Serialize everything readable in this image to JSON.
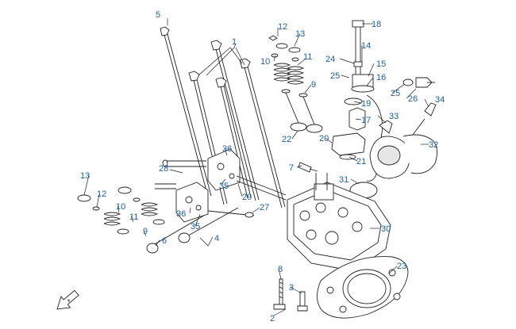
{
  "diagram": {
    "accent_color": "#1a5fa8",
    "callouts": [
      {
        "id": "c1",
        "label": "1"
      },
      {
        "id": "c2",
        "label": "2"
      },
      {
        "id": "c3",
        "label": "3"
      },
      {
        "id": "c4",
        "label": "4"
      },
      {
        "id": "c5",
        "label": "5"
      },
      {
        "id": "c6",
        "label": "6"
      },
      {
        "id": "c7",
        "label": "7"
      },
      {
        "id": "c8",
        "label": "8"
      },
      {
        "id": "c9a",
        "label": "9"
      },
      {
        "id": "c9b",
        "label": "9"
      },
      {
        "id": "c10a",
        "label": "10"
      },
      {
        "id": "c10b",
        "label": "10"
      },
      {
        "id": "c11a",
        "label": "11"
      },
      {
        "id": "c11b",
        "label": "11"
      },
      {
        "id": "c12a",
        "label": "12"
      },
      {
        "id": "c12b",
        "label": "12"
      },
      {
        "id": "c13a",
        "label": "13"
      },
      {
        "id": "c13b",
        "label": "13"
      },
      {
        "id": "c14",
        "label": "14"
      },
      {
        "id": "c15",
        "label": "15"
      },
      {
        "id": "c16",
        "label": "16"
      },
      {
        "id": "c17",
        "label": "17"
      },
      {
        "id": "c18",
        "label": "18"
      },
      {
        "id": "c19",
        "label": "19"
      },
      {
        "id": "c20",
        "label": "20"
      },
      {
        "id": "c21",
        "label": "21"
      },
      {
        "id": "c22",
        "label": "22"
      },
      {
        "id": "c23",
        "label": "23"
      },
      {
        "id": "c24",
        "label": "24"
      },
      {
        "id": "c25a",
        "label": "25"
      },
      {
        "id": "c25b",
        "label": "25"
      },
      {
        "id": "c26",
        "label": "26"
      },
      {
        "id": "c27",
        "label": "27"
      },
      {
        "id": "c28",
        "label": "28"
      },
      {
        "id": "c29",
        "label": "29"
      },
      {
        "id": "c30",
        "label": "30"
      },
      {
        "id": "c31",
        "label": "31"
      },
      {
        "id": "c32",
        "label": "32"
      },
      {
        "id": "c33",
        "label": "33"
      },
      {
        "id": "c34",
        "label": "34"
      },
      {
        "id": "c35a",
        "label": "35"
      },
      {
        "id": "c35b",
        "label": "35"
      },
      {
        "id": "c36a",
        "label": "36"
      },
      {
        "id": "c36b",
        "label": "36"
      }
    ],
    "direction_icon": "front-direction-arrow-icon"
  }
}
